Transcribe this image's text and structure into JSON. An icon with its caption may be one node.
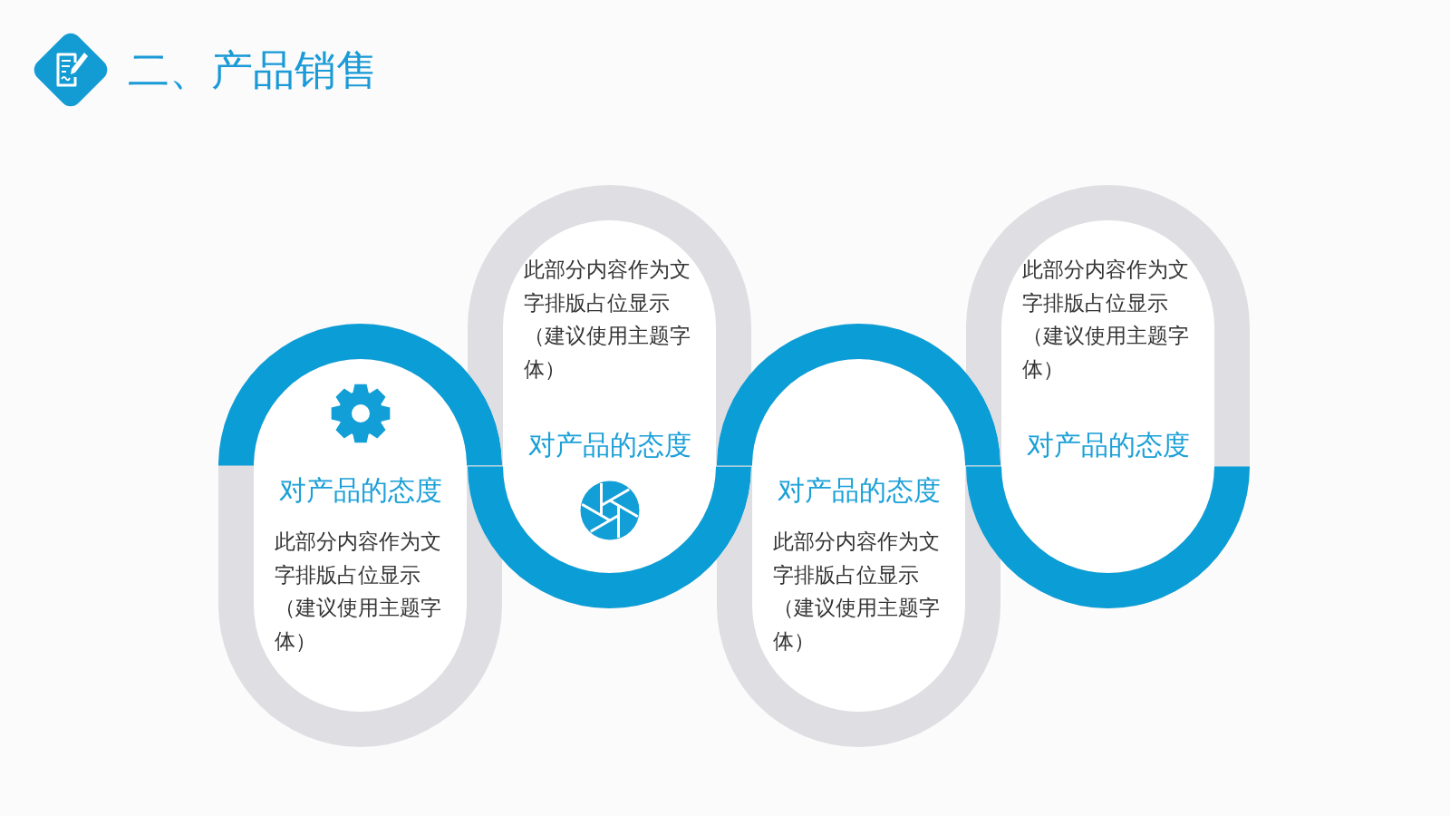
{
  "diagram": {
    "title": "二、产品销售",
    "nodes": [
      {
        "text": [
          "对产品的态度",
          "此部分内容作为文字排版占位显示（建议使用主题字体）"
        ]
      },
      {
        "text": [
          "此部分内容作为文字排版占位显示（建议使用主题字体）",
          "对产品的态度"
        ]
      },
      {
        "text": [
          "对产品的态度",
          "此部分内容作为文字排版占位显示（建议使用主题字体）"
        ]
      },
      {
        "text": [
          "此部分内容作为文字排版占位显示（建议使用主题字体）",
          "对产品的态度"
        ]
      }
    ]
  }
}
